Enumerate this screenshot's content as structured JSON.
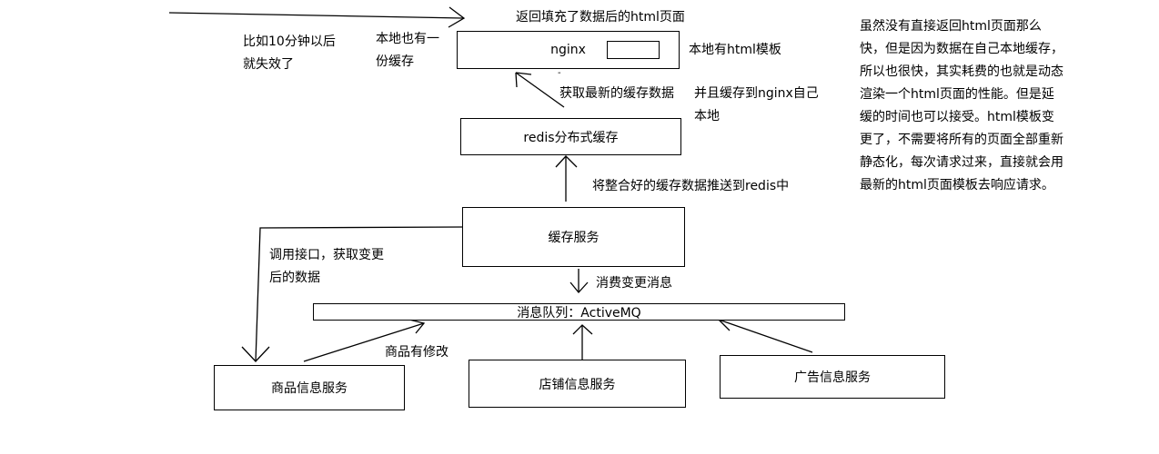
{
  "boxes": {
    "nginx": "nginx",
    "redis": "redis分布式缓存",
    "cache": "缓存服务",
    "mq": "消息队列：ActiveMQ",
    "product": "商品信息服务",
    "shop": "店铺信息服务",
    "ad": "广告信息服务"
  },
  "labels": {
    "return_page": "返回填充了数据后的html页面",
    "expire": "比如10分钟以后\n就失效了",
    "local_cache": "本地也有一\n份缓存",
    "local_template": "本地有html模板",
    "fetch_latest": "获取最新的缓存数据",
    "store_nginx": "并且缓存到nginx自己\n本地",
    "push_redis": "将整合好的缓存数据推送到redis中",
    "call_api": "调用接口，获取变更\n后的数据",
    "consume_msg": "消费变更消息",
    "product_changed": "商品有修改",
    "dash": "-"
  },
  "note": "虽然没有直接返回html页面那么\n快，但是因为数据在自己本地缓存，\n所以也很快，其实耗费的也就是动态\n渲染一个html页面的性能。但是延\n缓的时间也可以接受。html模板变\n更了，不需要将所有的页面全部重新\n静态化，每次请求过来，直接就会用\n最新的html页面模板去响应请求。"
}
